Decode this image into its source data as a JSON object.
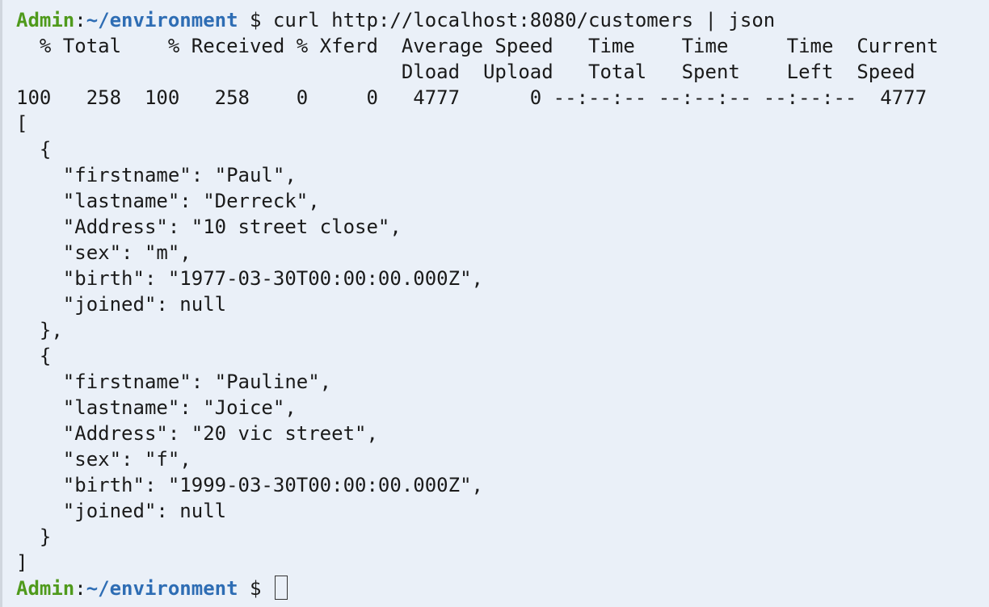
{
  "prompt": {
    "user": "Admin",
    "colon": ":",
    "path": "~/environment",
    "symbol": " $ "
  },
  "command": "curl http://localhost:8080/customers | json",
  "curl_progress": [
    "  % Total    % Received % Xferd  Average Speed   Time    Time     Time  Current",
    "                                 Dload  Upload   Total   Spent    Left  Speed",
    "100   258  100   258    0     0   4777      0 --:--:-- --:--:-- --:--:--  4777"
  ],
  "json_output": [
    "[",
    "  {",
    "    \"firstname\": \"Paul\",",
    "    \"lastname\": \"Derreck\",",
    "    \"Address\": \"10 street close\",",
    "    \"sex\": \"m\",",
    "    \"birth\": \"1977-03-30T00:00:00.000Z\",",
    "    \"joined\": null",
    "  },",
    "  {",
    "    \"firstname\": \"Pauline\",",
    "    \"lastname\": \"Joice\",",
    "    \"Address\": \"20 vic street\",",
    "    \"sex\": \"f\",",
    "    \"birth\": \"1999-03-30T00:00:00.000Z\",",
    "    \"joined\": null",
    "  }",
    "]"
  ],
  "colors": {
    "background": "#eaf0f8",
    "user": "#4f9a1c",
    "path": "#2e6db4",
    "text": "#1a1a1a"
  }
}
